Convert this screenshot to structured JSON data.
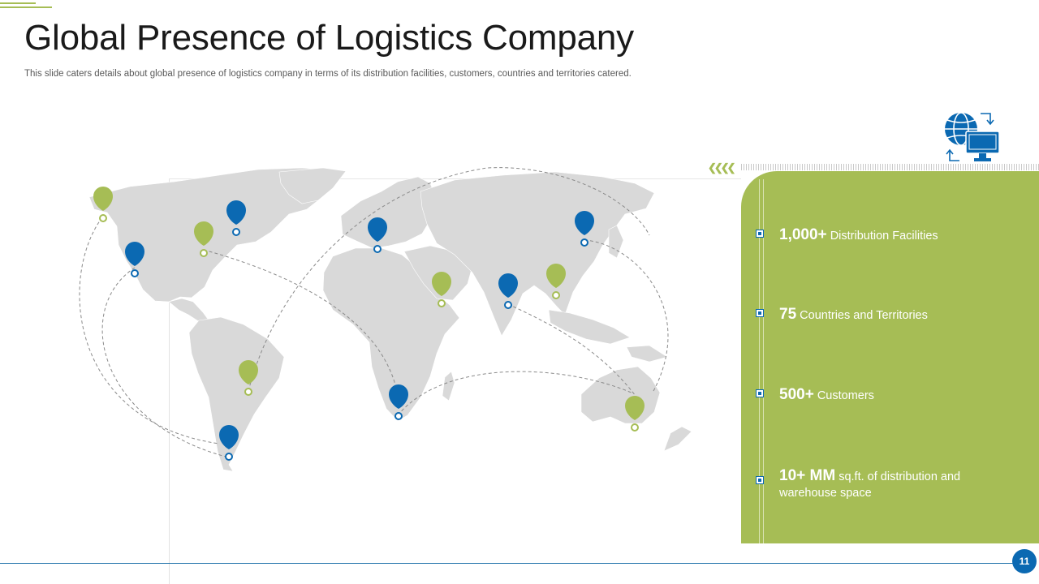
{
  "slide": {
    "title": "Global Presence of Logistics Company",
    "subtitle": "This slide caters details about global presence of logistics company in terms of its distribution facilities, customers, countries and territories catered.",
    "page_number": "11"
  },
  "stats": [
    {
      "value": "1,000+",
      "label": "Distribution Facilities"
    },
    {
      "value": "75",
      "label": "Countries and Territories"
    },
    {
      "value": "500+",
      "label": "Customers"
    },
    {
      "value": "10+ MM",
      "label": "sq.ft. of distribution and warehouse space"
    }
  ],
  "icons": {
    "map_pin": "map-pin-icon",
    "globe_computer": "globe-computer-icon",
    "bullet": "square-bullet-icon",
    "chevrons": "chevron-left-icon"
  },
  "colors": {
    "green": "#a6bd55",
    "blue": "#0b69b2",
    "land": "#d9d9d9"
  }
}
